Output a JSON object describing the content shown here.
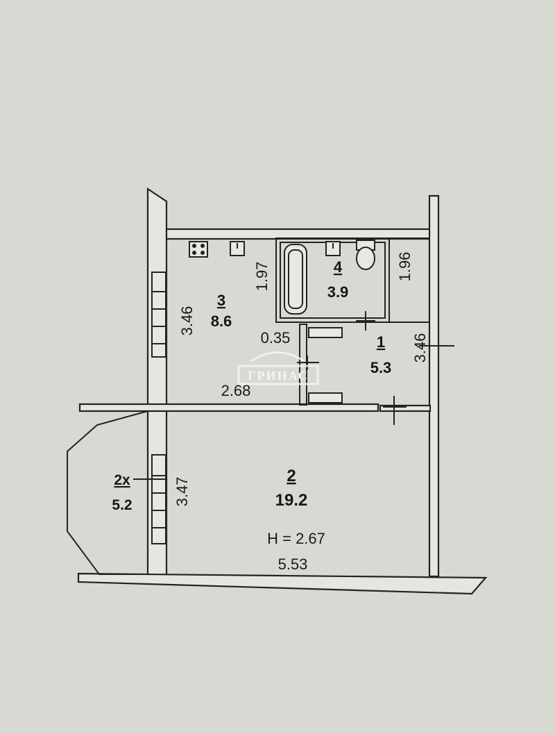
{
  "rooms": [
    {
      "id": "1",
      "area": "5.3"
    },
    {
      "id": "2",
      "area": "19.2"
    },
    {
      "id": "3",
      "area": "8.6"
    },
    {
      "id": "4",
      "area": "3.9"
    },
    {
      "id": "2x",
      "area": "5.2"
    }
  ],
  "dimensions": {
    "kitchen_height": "3.46",
    "kitchen_depth": "1.97",
    "kitchen_width": "2.68",
    "partition": "0.35",
    "bath_depth": "1.96",
    "hall_height": "3.46",
    "living_height": "3.47",
    "living_width": "5.53"
  },
  "ceiling_height": "H = 2.67",
  "watermark": "ГРИНАС"
}
